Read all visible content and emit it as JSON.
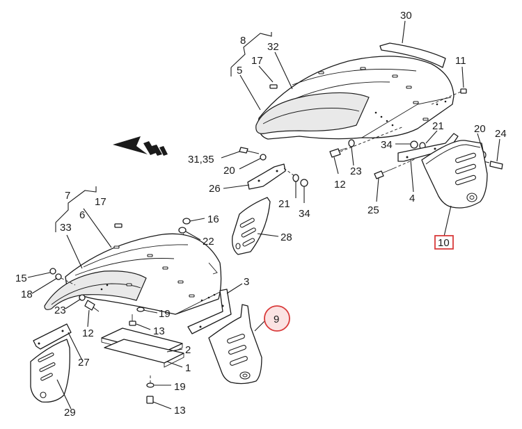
{
  "callouts": {
    "c30": "30",
    "c8": "8",
    "c17a": "17",
    "c32": "32",
    "c5": "5",
    "c11": "11",
    "c21a": "21",
    "c20a": "20",
    "c24": "24",
    "c34a": "34",
    "c23a": "23",
    "c12a": "12",
    "c25": "25",
    "c4": "4",
    "c10": "10",
    "c3135": "31,35",
    "c20b": "20",
    "c26": "26",
    "c21b": "21",
    "c34b": "34",
    "c28": "28",
    "c16": "16",
    "c22": "22",
    "c7": "7",
    "c17b": "17",
    "c33": "33",
    "c6": "6",
    "c15": "15",
    "c18": "18",
    "c23b": "23",
    "c12b": "12",
    "c3": "3",
    "c9": "9",
    "c19a": "19",
    "c13a": "13",
    "c2": "2",
    "c1": "1",
    "c19b": "19",
    "c13b": "13",
    "c27": "27",
    "c29": "29"
  },
  "highlight": {
    "circle_color": "#d93a3a",
    "circle_fill": "#fbe3e3",
    "box_color": "#d93a3a"
  },
  "icons": [
    "direction-arrow-icon"
  ]
}
